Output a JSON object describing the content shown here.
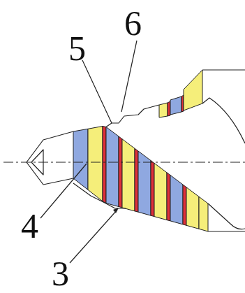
{
  "diagram": {
    "labels": [
      "6",
      "5",
      "4",
      "3"
    ]
  }
}
